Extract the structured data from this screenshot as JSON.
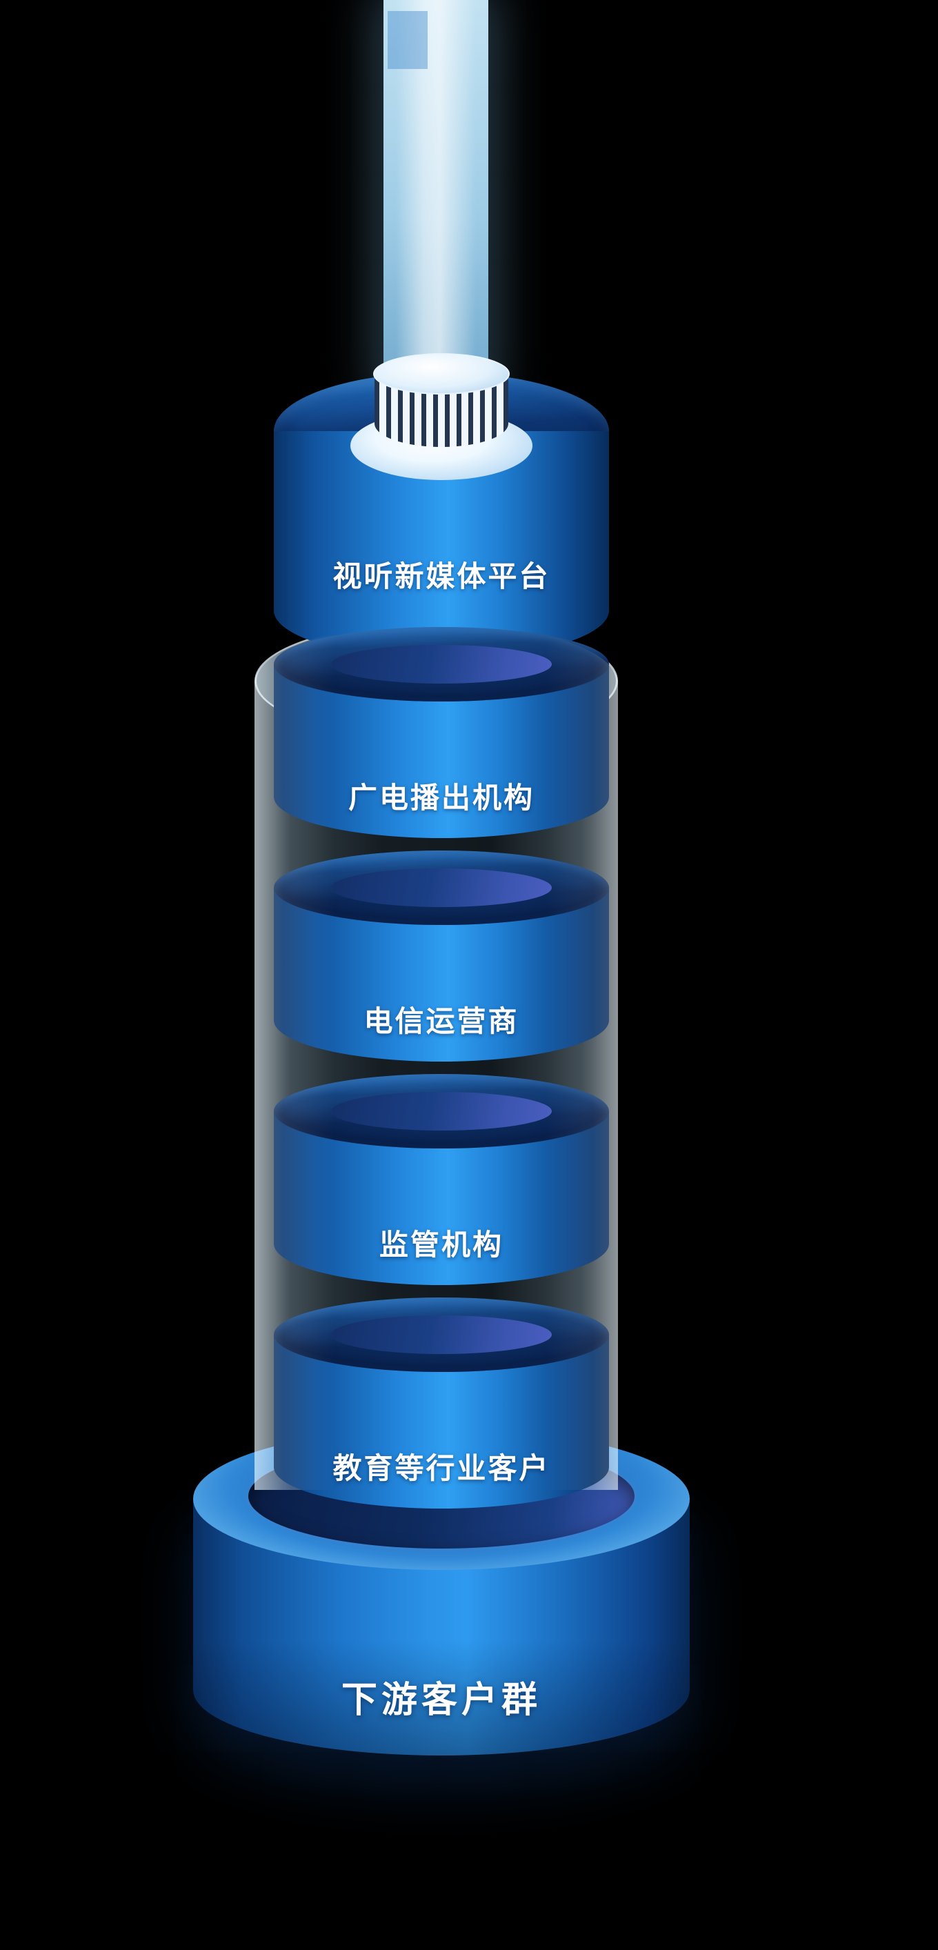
{
  "diagram": {
    "segments": [
      {
        "label": "视听新媒体平台"
      },
      {
        "label": "广电播出机构"
      },
      {
        "label": "电信运营商"
      },
      {
        "label": "监管机构"
      },
      {
        "label": "教育等行业客户"
      }
    ],
    "base": {
      "label": "下游客户群"
    },
    "colors": {
      "background": "#000000",
      "cylinder_bright": "#2f9ff2",
      "cylinder_dark": "#0a3368",
      "junction_dark": "#0d2f66",
      "glass_tube": "#cde9fb",
      "light_beam": "#bfe6ff",
      "base_rim": "#e8f7ff",
      "text": "#ffffff"
    }
  }
}
